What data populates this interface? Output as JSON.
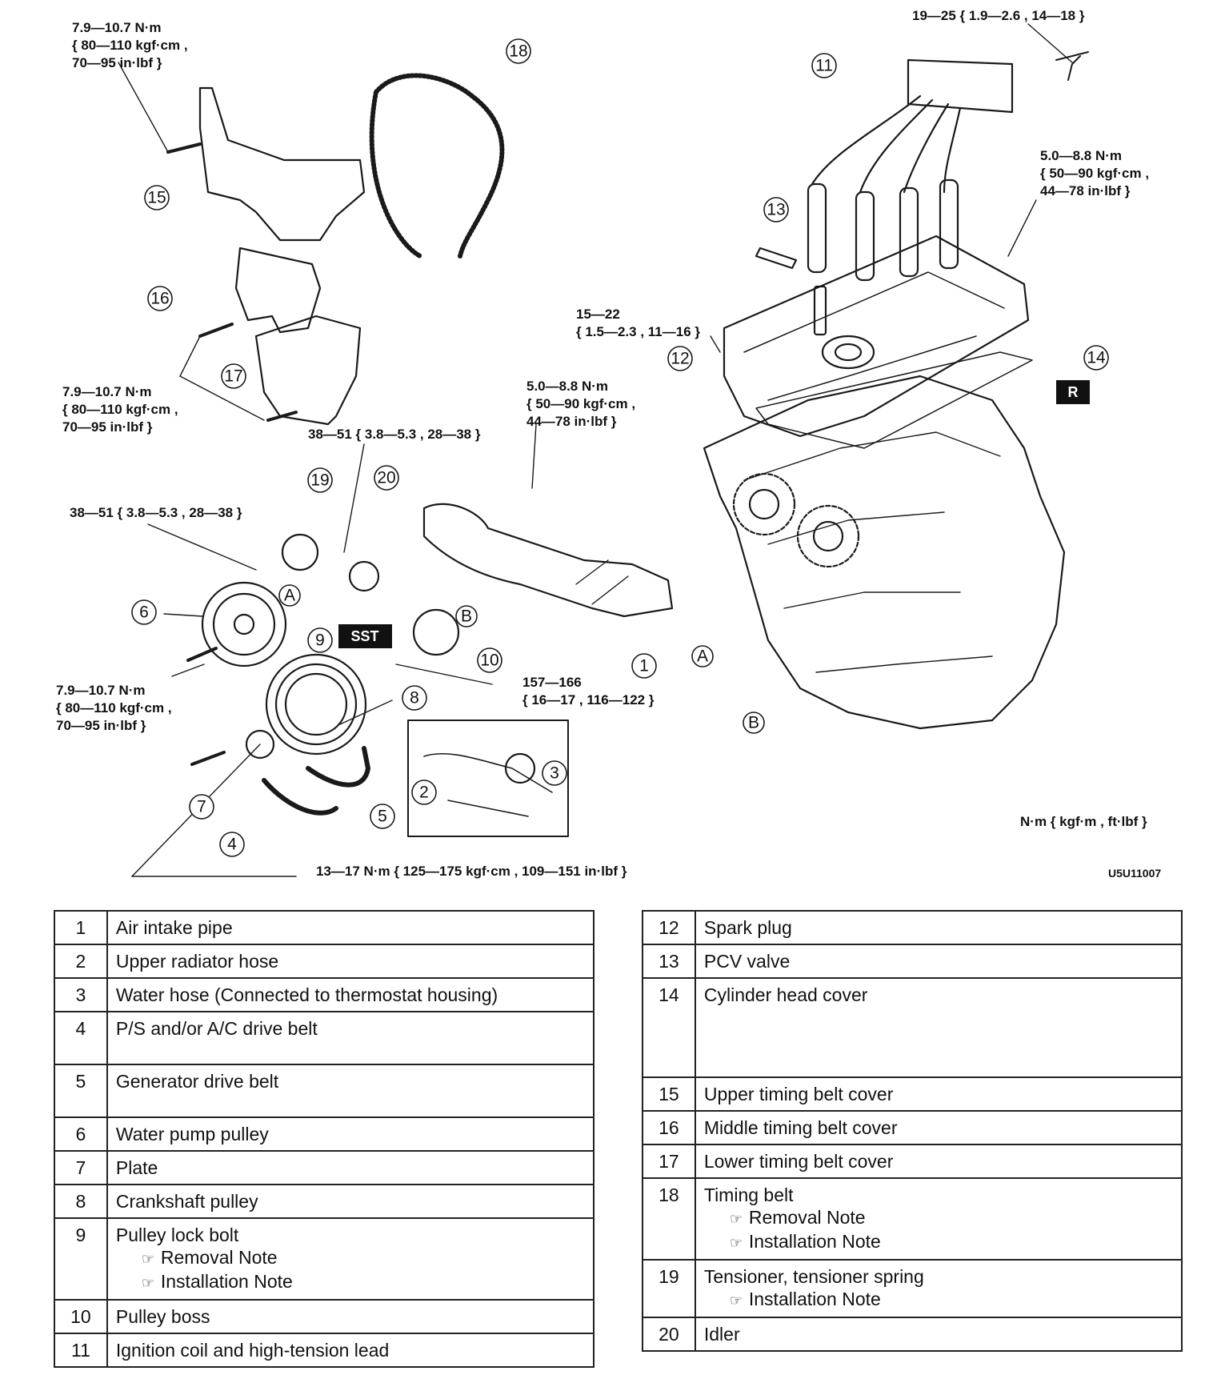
{
  "torque_labels": {
    "t_top_left": [
      "7.9—10.7 N·m",
      "{ 80—110 kgf·cm ,",
      "70—95 in·lbf }"
    ],
    "t_top_right": "19—25 { 1.9—2.6 , 14—18 }",
    "t_right_cover": [
      "5.0—8.8 N·m",
      "{ 50—90 kgf·cm ,",
      "44—78 in·lbf }"
    ],
    "t_spark_plug": [
      "15—22",
      "{ 1.5—2.3 , 11—16 }"
    ],
    "t_mid_left": [
      "7.9—10.7 N·m",
      "{ 80—110 kgf·cm ,",
      "70—95 in·lbf }"
    ],
    "t_center": [
      "5.0—8.8 N·m",
      "{ 50—90 kgf·cm ,",
      "44—78 in·lbf }"
    ],
    "t_tensioner": "38—51 { 3.8—5.3 , 28—38 }",
    "t_idler": "38—51 { 3.8—5.3 , 28—38 }",
    "t_pulley_lock": [
      "157—166",
      "{ 16—17 , 116—122 }"
    ],
    "t_water_pump": [
      "7.9—10.7 N·m",
      "{ 80—110 kgf·cm ,",
      "70—95 in·lbf }"
    ],
    "t_bottom": "13—17 N·m { 125—175 kgf·cm , 109—151 in·lbf }"
  },
  "units_note": "N·m { kgf·m , ft·lbf }",
  "figure_code": "U5U11007",
  "tags": {
    "sst": "SST",
    "r": "R"
  },
  "letters": {
    "a": "A",
    "b": "B"
  },
  "callouts": [
    "1",
    "2",
    "3",
    "4",
    "5",
    "6",
    "7",
    "8",
    "9",
    "10",
    "11",
    "12",
    "13",
    "14",
    "15",
    "16",
    "17",
    "18",
    "19",
    "20"
  ],
  "note_icon": "pointing-hand-icon",
  "parts_left": [
    {
      "num": "1",
      "name": "Air intake pipe",
      "notes": []
    },
    {
      "num": "2",
      "name": "Upper radiator hose",
      "notes": []
    },
    {
      "num": "3",
      "name": "Water hose (Connected to thermostat housing)",
      "notes": []
    },
    {
      "num": "4",
      "name": "P/S and/or A/C drive belt",
      "notes": []
    },
    {
      "num": "5",
      "name": "Generator drive belt",
      "notes": []
    },
    {
      "num": "6",
      "name": "Water pump pulley",
      "notes": []
    },
    {
      "num": "7",
      "name": "Plate",
      "notes": []
    },
    {
      "num": "8",
      "name": "Crankshaft pulley",
      "notes": []
    },
    {
      "num": "9",
      "name": "Pulley lock bolt",
      "notes": [
        "Removal Note",
        "Installation Note"
      ]
    },
    {
      "num": "10",
      "name": "Pulley boss",
      "notes": []
    },
    {
      "num": "11",
      "name": "Ignition coil and high-tension lead",
      "notes": []
    }
  ],
  "parts_right": [
    {
      "num": "12",
      "name": "Spark plug",
      "notes": []
    },
    {
      "num": "13",
      "name": "PCV valve",
      "notes": []
    },
    {
      "num": "14",
      "name": "Cylinder head cover",
      "notes": []
    },
    {
      "num": "15",
      "name": "Upper timing belt cover",
      "notes": []
    },
    {
      "num": "16",
      "name": "Middle timing belt cover",
      "notes": []
    },
    {
      "num": "17",
      "name": "Lower timing belt cover",
      "notes": []
    },
    {
      "num": "18",
      "name": "Timing belt",
      "notes": [
        "Removal Note",
        "Installation Note"
      ]
    },
    {
      "num": "19",
      "name": "Tensioner, tensioner spring",
      "notes": [
        "Installation Note"
      ]
    },
    {
      "num": "20",
      "name": "Idler",
      "notes": []
    }
  ]
}
